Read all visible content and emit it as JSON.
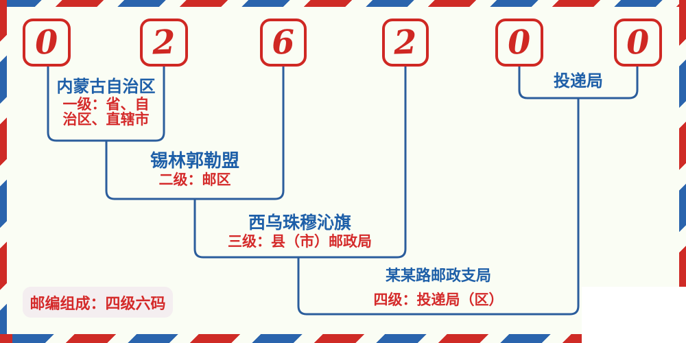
{
  "digits": [
    "0",
    "2",
    "6",
    "2",
    "0",
    "0"
  ],
  "levels": {
    "level1": {
      "name": "内蒙古自治区",
      "desc_line1": "一级：省、自",
      "desc_line2": "治区、直辖市"
    },
    "level2": {
      "name": "锡林郭勒盟",
      "desc": "二级：邮区"
    },
    "level3": {
      "name": "西乌珠穆沁旗",
      "desc": "三级：县（市）邮政局"
    },
    "level4_delivery": {
      "name": "投递局"
    },
    "level4": {
      "name": "某某路邮政支局",
      "desc": "四级：投递局（区）"
    }
  },
  "badge": {
    "label": "邮编组成：四级六码"
  },
  "colors": {
    "digit_red": "#cf2823",
    "stripe_red": "#cf2b26",
    "stripe_blue": "#2a64ad",
    "title_blue": "#1e5fa8",
    "desc_red": "#d42a2a",
    "connector_blue": "#2b5d9c",
    "background": "#fafdf4",
    "badge_background": "#f4eef0"
  }
}
